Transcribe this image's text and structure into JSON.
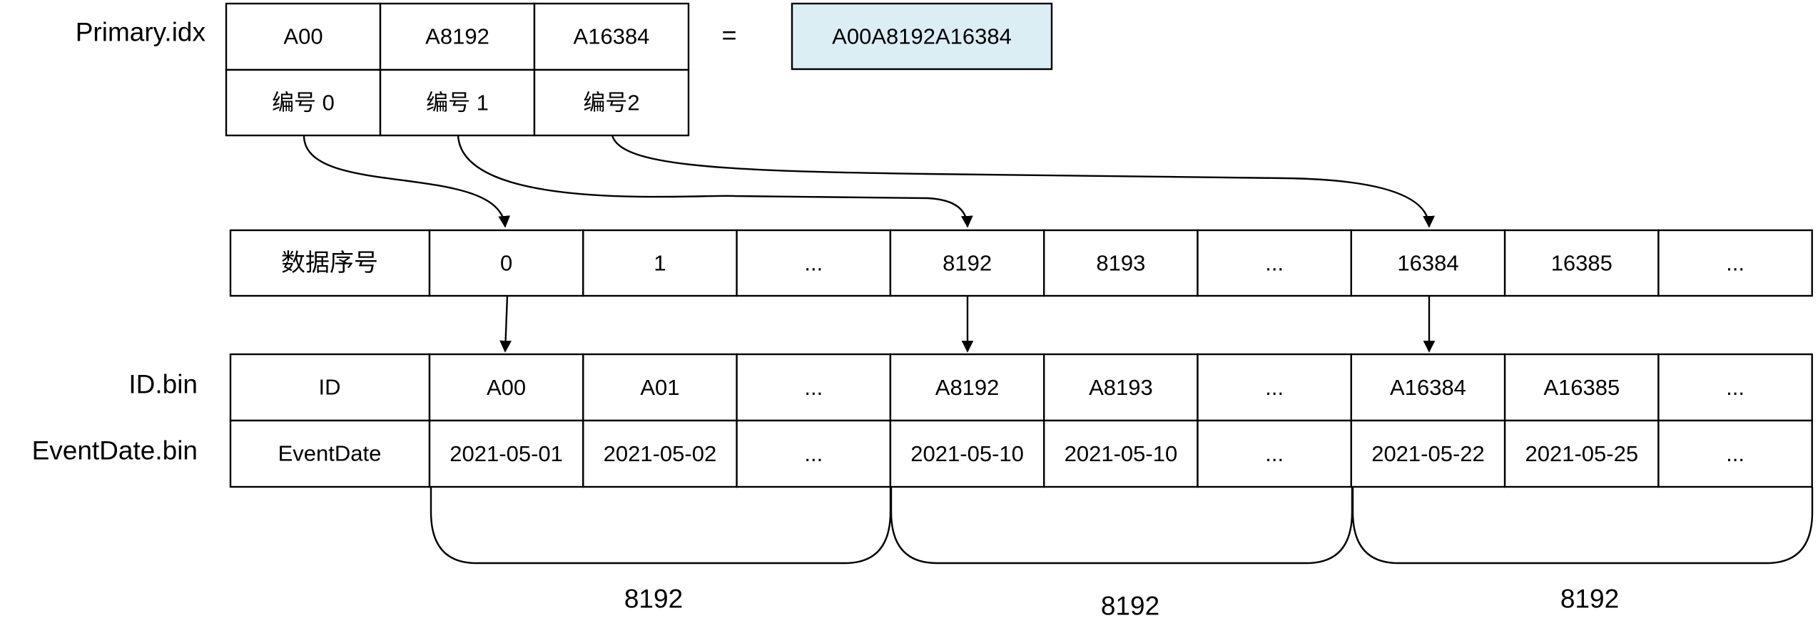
{
  "primary_idx": {
    "label": "Primary.idx",
    "marks": [
      "A00",
      "A8192",
      "A16384"
    ],
    "numbers": [
      "编号 0",
      "编号 1",
      "编号2"
    ],
    "equals": "=",
    "concat": "A00A8192A16384"
  },
  "rows": {
    "seq": {
      "header": "数据序号",
      "cells": [
        "0",
        "1",
        "...",
        "8192",
        "8193",
        "...",
        "16384",
        "16385",
        "..."
      ]
    },
    "id": {
      "label": "ID.bin",
      "header": "ID",
      "cells": [
        "A00",
        "A01",
        "...",
        "A8192",
        "A8193",
        "...",
        "A16384",
        "A16385",
        "..."
      ]
    },
    "event": {
      "label": "EventDate.bin",
      "header": "EventDate",
      "cells": [
        "2021-05-01",
        "2021-05-02",
        "...",
        "2021-05-10",
        "2021-05-10",
        "...",
        "2021-05-22",
        "2021-05-25",
        "..."
      ]
    }
  },
  "granules": [
    "8192",
    "8192",
    "8192"
  ],
  "colors": {
    "highlight_fill": "#daeef3",
    "stroke": "#000000"
  }
}
